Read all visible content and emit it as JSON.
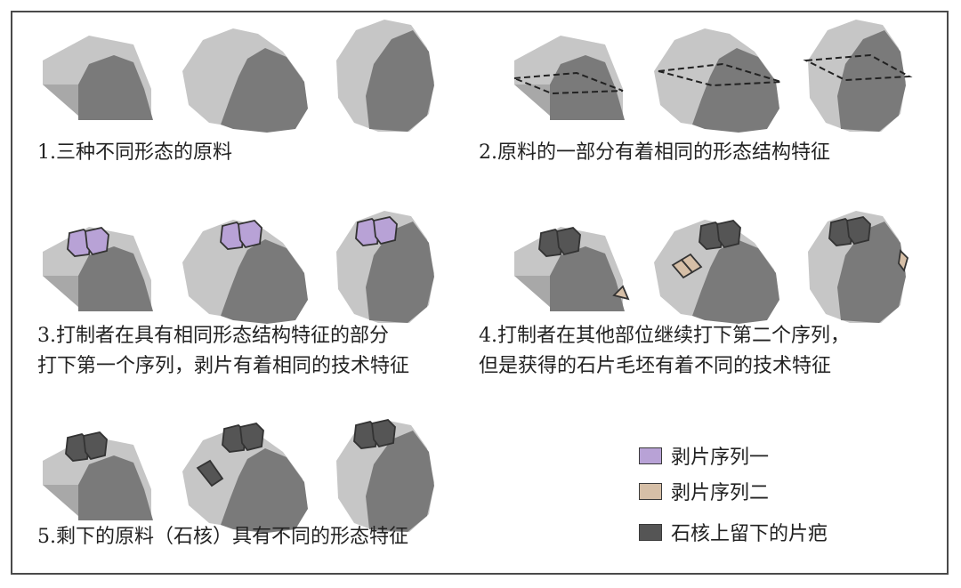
{
  "colors": {
    "light_grey": "#c6c6c6",
    "dark_grey": "#7a7a7a",
    "scar_grey": "#555555",
    "purple_flake": "#b8a2d6",
    "tan_flake": "#d6bfa7",
    "outline": "#333333"
  },
  "captions": {
    "panel1": "1.三种不同形态的原料",
    "panel2": "2.原料的一部分有着相同的形态结构特征",
    "panel3_line1": "3.打制者在具有相同形态结构特征的部分",
    "panel3_line2": "打下第一个序列，剥片有着相同的技术特征",
    "panel4_line1": "4.打制者在其他部位继续打下第二个序列，",
    "panel4_line2": "但是获得的石片毛坯有着不同的技术特征",
    "panel5": "5.剩下的原料（石核）具有不同的形态特征"
  },
  "legend": [
    {
      "label": "剥片序列一",
      "color": "#b8a2d6"
    },
    {
      "label": "剥片序列二",
      "color": "#d6bfa7"
    },
    {
      "label": "石核上留下的片疤",
      "color": "#555555"
    }
  ]
}
